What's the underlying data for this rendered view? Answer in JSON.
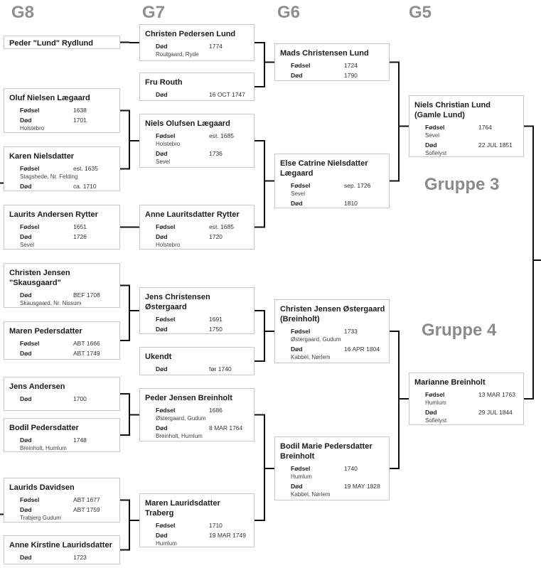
{
  "generations": [
    "G8",
    "G7",
    "G6",
    "G5"
  ],
  "groups": [
    "Gruppe 3",
    "Gruppe 4"
  ],
  "persons": [
    {
      "id": "g8_1",
      "name": "Peder \"Lund\" Rydlund",
      "events": []
    },
    {
      "id": "g8_2",
      "name": "Oluf Nielsen Lægaard",
      "events": [
        {
          "label": "Fødsel",
          "value": "1638",
          "place": ""
        },
        {
          "label": "Død",
          "value": "1701",
          "place": "Holstebro"
        }
      ]
    },
    {
      "id": "g8_3",
      "name": "Karen Nielsdatter",
      "events": [
        {
          "label": "Fødsel",
          "value": "est. 1635",
          "place": "Stagshede, Nr. Felding"
        },
        {
          "label": "Død",
          "value": "ca. 1710",
          "place": ""
        }
      ]
    },
    {
      "id": "g8_4",
      "name": "Laurits Andersen Rytter",
      "events": [
        {
          "label": "Fødsel",
          "value": "1651",
          "place": ""
        },
        {
          "label": "Død",
          "value": "1726",
          "place": "Sevel"
        }
      ]
    },
    {
      "id": "g8_5",
      "name": "Christen Jensen \"Skausgaard\"",
      "events": [
        {
          "label": "Død",
          "value": "BEF 1708",
          "place": "Skausgaard, Nr. Nissum"
        }
      ]
    },
    {
      "id": "g8_6",
      "name": "Maren Pedersdatter",
      "events": [
        {
          "label": "Fødsel",
          "value": "ABT 1666",
          "place": ""
        },
        {
          "label": "Død",
          "value": "ABT 1749",
          "place": ""
        }
      ]
    },
    {
      "id": "g8_7",
      "name": "Jens Andersen",
      "events": [
        {
          "label": "Død",
          "value": "1700",
          "place": ""
        }
      ]
    },
    {
      "id": "g8_8",
      "name": "Bodil Pedersdatter",
      "events": [
        {
          "label": "Død",
          "value": "1748",
          "place": "Breinholt, Humlum"
        }
      ]
    },
    {
      "id": "g8_9",
      "name": "Laurids Davidsen",
      "events": [
        {
          "label": "Fødsel",
          "value": "ABT 1677",
          "place": ""
        },
        {
          "label": "Død",
          "value": "ABT 1759",
          "place": "Trabjerg Gudum"
        }
      ]
    },
    {
      "id": "g8_10",
      "name": "Anne Kirstine Lauridsdatter",
      "events": [
        {
          "label": "Død",
          "value": "1723",
          "place": ""
        }
      ]
    },
    {
      "id": "g7_1",
      "name": "Christen Pedersen Lund",
      "events": [
        {
          "label": "Død",
          "value": "1774",
          "place": "Routgaard, Ryde"
        }
      ]
    },
    {
      "id": "g7_2",
      "name": "Fru Routh",
      "events": [
        {
          "label": "Død",
          "value": "16 OCT 1747",
          "place": ""
        }
      ]
    },
    {
      "id": "g7_3",
      "name": "Niels Olufsen Lægaard",
      "events": [
        {
          "label": "Fødsel",
          "value": "est. 1685",
          "place": "Holstebro"
        },
        {
          "label": "Død",
          "value": "1736",
          "place": "Sevel"
        }
      ]
    },
    {
      "id": "g7_4",
      "name": "Anne Lauritsdatter Rytter",
      "events": [
        {
          "label": "Fødsel",
          "value": "est. 1685",
          "place": ""
        },
        {
          "label": "Død",
          "value": "1720",
          "place": "Holstebro"
        }
      ]
    },
    {
      "id": "g7_5",
      "name": "Jens Christensen Østergaard",
      "events": [
        {
          "label": "Fødsel",
          "value": "1691",
          "place": ""
        },
        {
          "label": "Død",
          "value": "1750",
          "place": ""
        }
      ]
    },
    {
      "id": "g7_6",
      "name": "Ukendt",
      "events": [
        {
          "label": "Død",
          "value": "før 1740",
          "place": ""
        }
      ]
    },
    {
      "id": "g7_7",
      "name": "Peder Jensen Breinholt",
      "events": [
        {
          "label": "Fødsel",
          "value": "1686",
          "place": "Østergaard, Gudum"
        },
        {
          "label": "Død",
          "value": "8 MAR 1764",
          "place": "Breinholt, Humlum"
        }
      ]
    },
    {
      "id": "g7_8",
      "name": "Maren Lauridsdatter Traberg",
      "events": [
        {
          "label": "Fødsel",
          "value": "1710",
          "place": ""
        },
        {
          "label": "Død",
          "value": "19 MAR 1749",
          "place": "Humlum"
        }
      ]
    },
    {
      "id": "g6_1",
      "name": "Mads Christensen Lund",
      "events": [
        {
          "label": "Fødsel",
          "value": "1724",
          "place": ""
        },
        {
          "label": "Død",
          "value": "1790",
          "place": ""
        }
      ]
    },
    {
      "id": "g6_2",
      "name": "Else Catrine Nielsdatter Lægaard",
      "events": [
        {
          "label": "Fødsel",
          "value": "sep. 1726",
          "place": "Sevel"
        },
        {
          "label": "Død",
          "value": "1810",
          "place": ""
        }
      ]
    },
    {
      "id": "g6_3",
      "name": "Christen Jensen Østergaard (Breinholt)",
      "events": [
        {
          "label": "Fødsel",
          "value": "1733",
          "place": "Østergaard, Gudum"
        },
        {
          "label": "Død",
          "value": "16 APR 1804",
          "place": "Kabbel, Nørlem"
        }
      ]
    },
    {
      "id": "g6_4",
      "name": "Bodil Marie Pedersdatter Breinholt",
      "events": [
        {
          "label": "Fødsel",
          "value": "1740",
          "place": "Humlum"
        },
        {
          "label": "Død",
          "value": "19 MAY 1828",
          "place": "Kabbel, Nørlem"
        }
      ]
    },
    {
      "id": "g5_1",
      "name": "Niels Christian Lund (Gamle Lund)",
      "events": [
        {
          "label": "Fødsel",
          "value": "1764",
          "place": "Sevel"
        },
        {
          "label": "Død",
          "value": "22 JUL 1851",
          "place": "Sofielyst"
        }
      ]
    },
    {
      "id": "g5_2",
      "name": "Marianne Breinholt",
      "events": [
        {
          "label": "Fødsel",
          "value": "13 MAR 1763",
          "place": "Humlum"
        },
        {
          "label": "Død",
          "value": "29 JUL 1844",
          "place": "Sofielyst"
        }
      ]
    }
  ]
}
